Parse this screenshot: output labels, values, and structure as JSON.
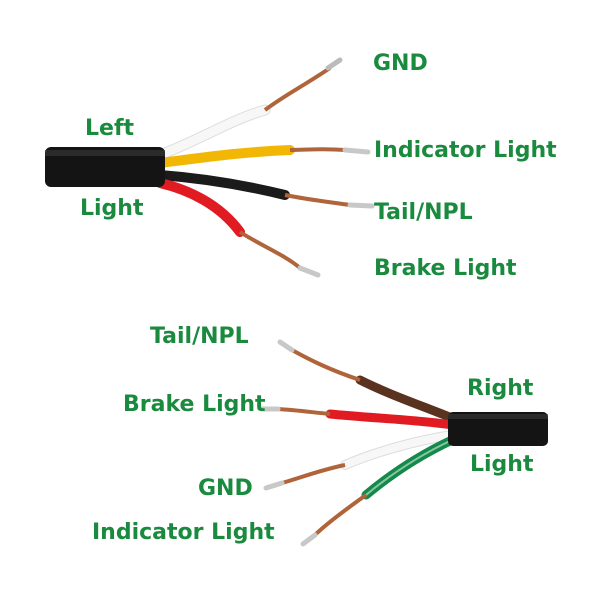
{
  "title": "Trailer wiring color code diagram",
  "colors": {
    "label": "#1a8a3e",
    "jacket": "#141414",
    "copper": "#b0643a",
    "white": "#f4f4f4",
    "yellow": "#f2b705",
    "black": "#1b1b1b",
    "red": "#e11b22",
    "brown": "#5a3220",
    "green": "#138a4a"
  },
  "left_cable": {
    "label_top": "Left",
    "label_bottom": "Light",
    "wires": [
      {
        "color": "white",
        "function": "GND"
      },
      {
        "color": "yellow",
        "function": "Indicator Light"
      },
      {
        "color": "black",
        "function": "Tail/NPL"
      },
      {
        "color": "red",
        "function": "Brake Light"
      }
    ]
  },
  "right_cable": {
    "label_top": "Right",
    "label_bottom": "Light",
    "wires": [
      {
        "color": "brown",
        "function": "Tail/NPL"
      },
      {
        "color": "red",
        "function": "Brake Light"
      },
      {
        "color": "white",
        "function": "GND"
      },
      {
        "color": "green",
        "function": "Indicator Light"
      }
    ]
  }
}
